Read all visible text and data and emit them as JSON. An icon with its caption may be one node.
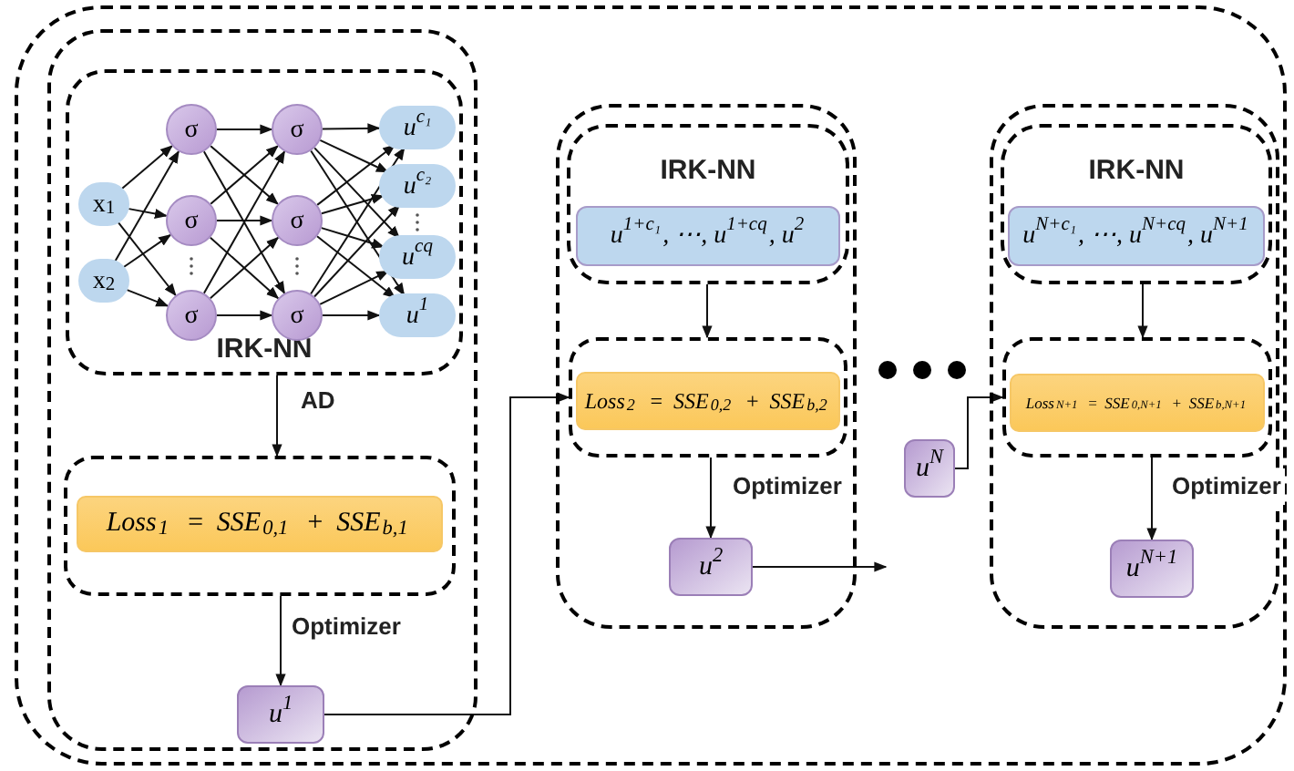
{
  "diagram": {
    "nodes": [
      {
        "text": [],
        "shape": "box"
      },
      {
        "text": [],
        "shape": "box",
        "in": 0
      },
      {
        "text": [
          "IRK-NN"
        ],
        "in": 1
      },
      {
        "text": [
          "x$_{1}$"
        ],
        "in": 2
      },
      {
        "text": [
          "x$_{2}$"
        ],
        "in": 2
      },
      {
        "text": [
          "σ"
        ],
        "in": 2
      },
      {
        "text": [
          "σ"
        ],
        "in": 2
      },
      {
        "text": [
          "σ"
        ],
        "in": 2
      },
      {
        "text": [
          "σ"
        ],
        "in": 2
      },
      {
        "text": [
          "σ"
        ],
        "in": 2
      },
      {
        "text": [
          "σ"
        ],
        "in": 2
      },
      {
        "text": [
          "u$^{c₁}$"
        ],
        "in": 2
      },
      {
        "text": [
          "u$^{c₂}$"
        ],
        "in": 2
      },
      {
        "text": [
          "u$^{cq}$"
        ],
        "in": 2
      },
      {
        "text": [
          "u$^{1}$"
        ],
        "in": 2
      },
      {
        "text": [],
        "shape": "box",
        "in": 1
      },
      {
        "text": [
          "Loss$_{1}$ = SSE$_{0,1}$ + SSE$_{b,1}$"
        ],
        "in": 15
      },
      {
        "text": [
          "u$^{1}$"
        ],
        "in": 1
      },
      {
        "text": [],
        "shape": "box",
        "in": 0
      },
      {
        "text": [
          "IRK-NN"
        ],
        "in": 18
      },
      {
        "text": [
          "u$^{1+c₁}$, ⋯, u$^{1+cq}$, u$^{2}$"
        ],
        "in": 19
      },
      {
        "text": [],
        "shape": "box",
        "in": 18
      },
      {
        "text": [
          "Loss$_{2}$ = SSE$_{0,2}$ + SSE$_{b,2}$"
        ],
        "in": 21
      },
      {
        "text": [
          "u$^{2}$"
        ],
        "in": 18
      },
      {
        "text": [
          "u$^{N}$"
        ],
        "in": 0
      },
      {
        "text": [],
        "shape": "box",
        "in": 0
      },
      {
        "text": [
          "IRK-NN"
        ],
        "in": 25
      },
      {
        "text": [
          "u$^{N+c₁}$, ⋯, u$^{N+cq}$, u$^{N+1}$"
        ],
        "in": 26
      },
      {
        "text": [],
        "shape": "box",
        "in": 25
      },
      {
        "text": [
          "Loss$_{N+1}$ = SSE$_{0,N+1}$ + SSE$_{b,N+1}$"
        ],
        "in": 28
      },
      {
        "text": [
          "u$^{N+1}$"
        ],
        "in": 25
      }
    ],
    "edges": [
      {
        "from": 3,
        "to": 5,
        "arrow": "to"
      },
      {
        "from": 3,
        "to": 6,
        "arrow": "to"
      },
      {
        "from": 3,
        "to": 7,
        "arrow": "to"
      },
      {
        "from": 4,
        "to": 5,
        "arrow": "to"
      },
      {
        "from": 4,
        "to": 6,
        "arrow": "to"
      },
      {
        "from": 4,
        "to": 7,
        "arrow": "to"
      },
      {
        "from": 5,
        "to": 8,
        "arrow": "to"
      },
      {
        "from": 5,
        "to": 9,
        "arrow": "to"
      },
      {
        "from": 5,
        "to": 10,
        "arrow": "to"
      },
      {
        "from": 6,
        "to": 8,
        "arrow": "to"
      },
      {
        "from": 6,
        "to": 9,
        "arrow": "to"
      },
      {
        "from": 6,
        "to": 10,
        "arrow": "to"
      },
      {
        "from": 7,
        "to": 8,
        "arrow": "to"
      },
      {
        "from": 7,
        "to": 9,
        "arrow": "to"
      },
      {
        "from": 7,
        "to": 10,
        "arrow": "to"
      },
      {
        "from": 8,
        "to": 11,
        "arrow": "to"
      },
      {
        "from": 8,
        "to": 12,
        "arrow": "to"
      },
      {
        "from": 8,
        "to": 13,
        "arrow": "to"
      },
      {
        "from": 8,
        "to": 14,
        "arrow": "to"
      },
      {
        "from": 9,
        "to": 11,
        "arrow": "to"
      },
      {
        "from": 9,
        "to": 12,
        "arrow": "to"
      },
      {
        "from": 9,
        "to": 13,
        "arrow": "to"
      },
      {
        "from": 9,
        "to": 14,
        "arrow": "to"
      },
      {
        "from": 10,
        "to": 11,
        "arrow": "to"
      },
      {
        "from": 10,
        "to": 12,
        "arrow": "to"
      },
      {
        "from": 10,
        "to": 13,
        "arrow": "to"
      },
      {
        "from": 10,
        "to": 14,
        "arrow": "to"
      },
      {
        "from": 2,
        "to": 15,
        "label": "AD",
        "arrow": "to"
      },
      {
        "from": 15,
        "to": 17,
        "label": "Optimizer",
        "arrow": "to"
      },
      {
        "from": 17,
        "to": 21,
        "arrow": "to"
      },
      {
        "from": 19,
        "to": 21,
        "arrow": "to"
      },
      {
        "from": 21,
        "to": 23,
        "label": "Optimizer",
        "arrow": "to"
      },
      {
        "from": 23,
        "to": null,
        "arrow": "to"
      },
      {
        "from": 24,
        "to": 28,
        "arrow": "to"
      },
      {
        "from": 26,
        "to": 28,
        "arrow": "to"
      },
      {
        "from": 28,
        "to": 30,
        "label": "Optimizer",
        "arrow": "to"
      }
    ]
  }
}
